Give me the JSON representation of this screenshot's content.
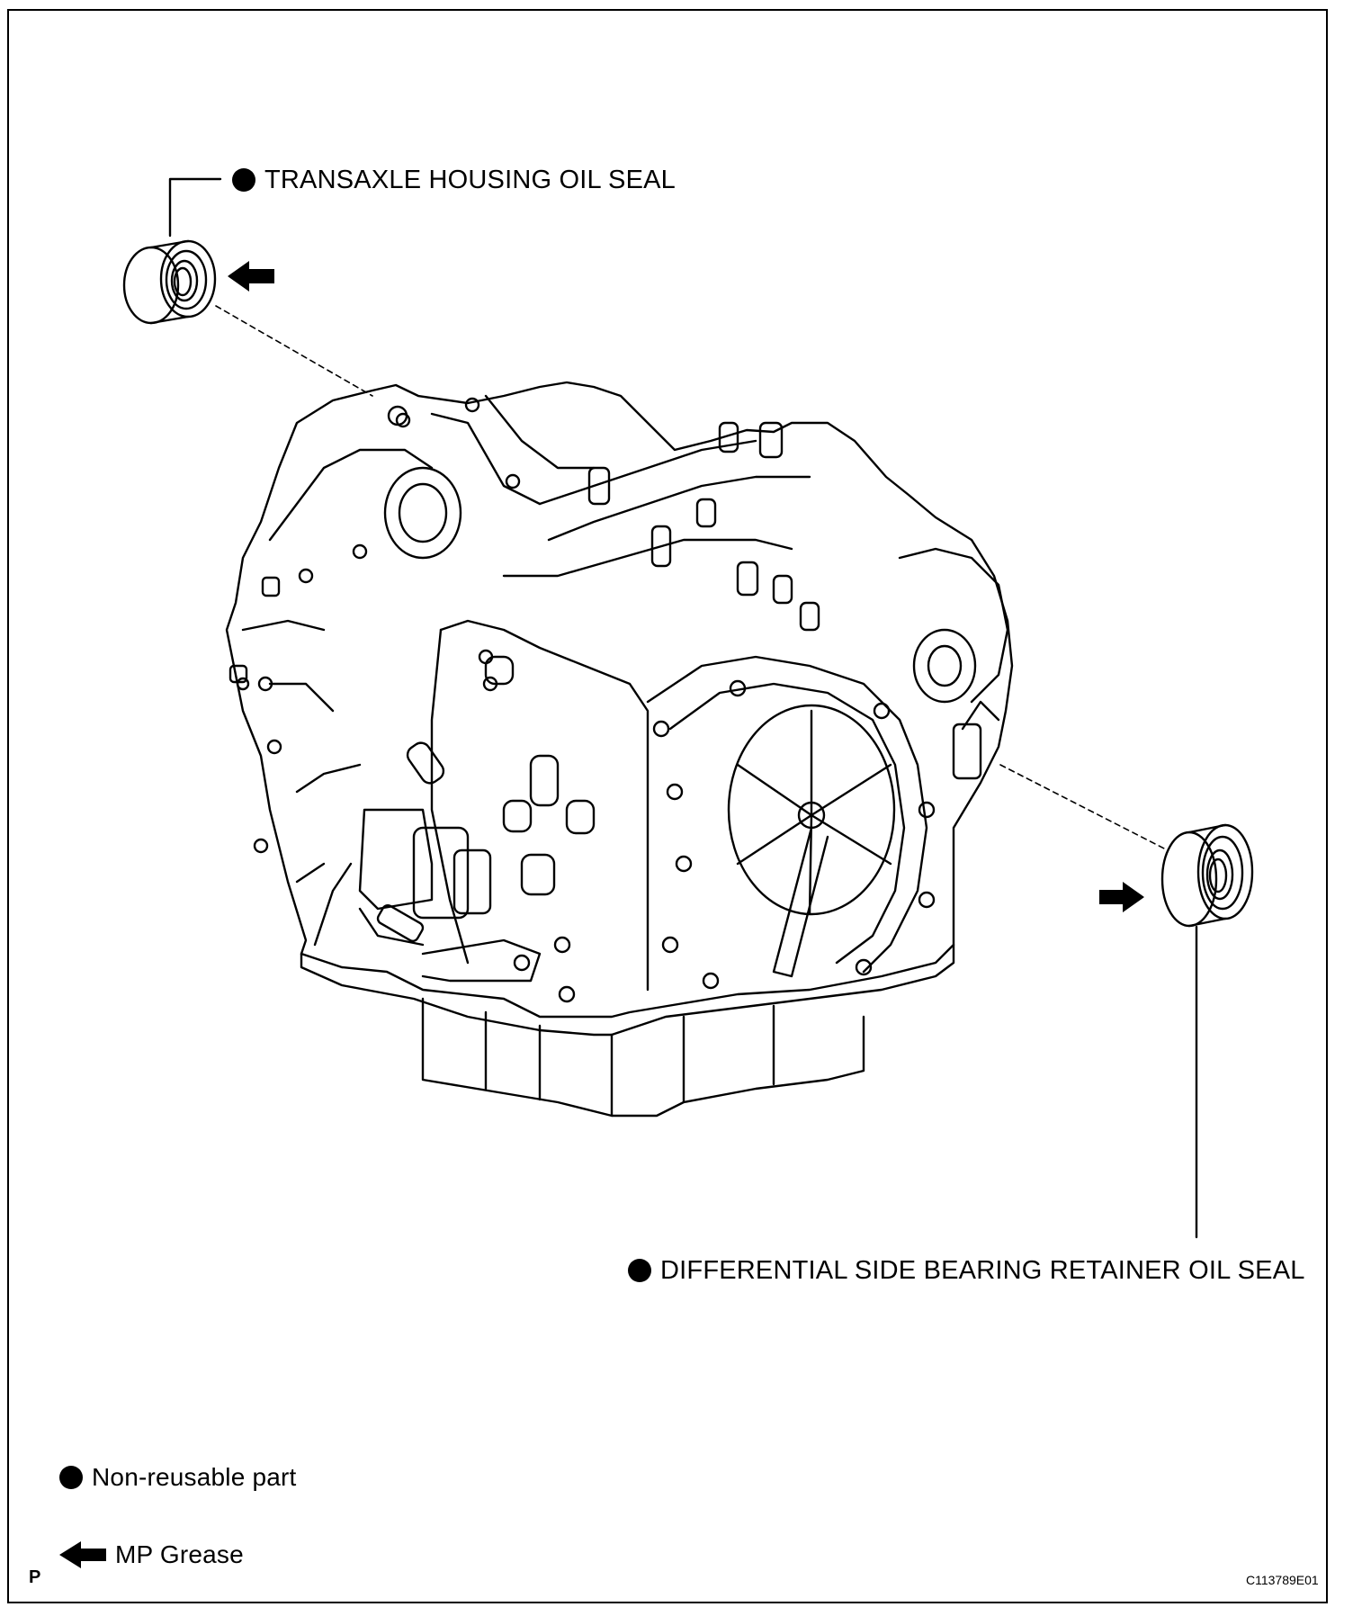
{
  "callouts": {
    "transaxle_housing_oil_seal": "TRANSAXLE HOUSING OIL SEAL",
    "differential_side_bearing_retainer_oil_seal": "DIFFERENTIAL SIDE BEARING RETAINER OIL SEAL"
  },
  "legend": {
    "non_reusable": "Non-reusable part",
    "mp_grease": "MP Grease"
  },
  "footer": {
    "page_mark": "P",
    "figure_code": "C113789E01"
  },
  "icons": {
    "non_reusable_marker": "filled-circle",
    "grease_marker": "left-arrow"
  }
}
